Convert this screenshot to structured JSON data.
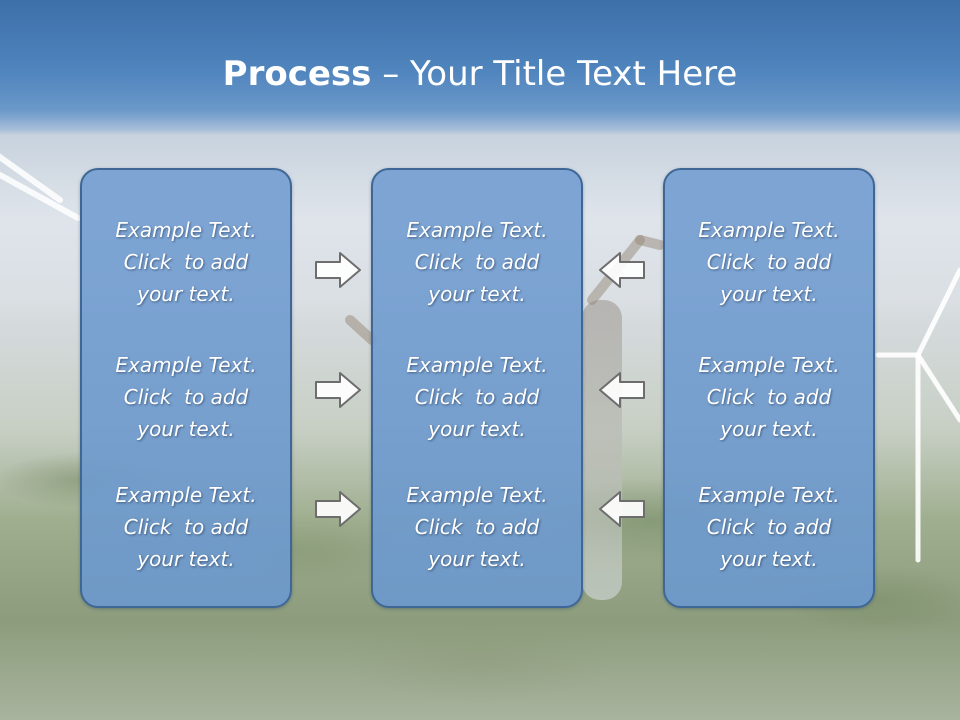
{
  "slide": {
    "title": {
      "bold": "Process",
      "separator": " – ",
      "rest": "Your Title Text Here"
    },
    "panels": {
      "left": {
        "blocks": [
          {
            "line1": "Example Text.",
            "line2": "Click  to add",
            "line3": "your text."
          },
          {
            "line1": "Example Text.",
            "line2": "Click  to add",
            "line3": "your text."
          },
          {
            "line1": "Example Text.",
            "line2": "Click  to add",
            "line3": "your text."
          }
        ]
      },
      "middle": {
        "blocks": [
          {
            "line1": "Example Text.",
            "line2": "Click  to add",
            "line3": "your text."
          },
          {
            "line1": "Example Text.",
            "line2": "Click  to add",
            "line3": "your text."
          },
          {
            "line1": "Example Text.",
            "line2": "Click  to add",
            "line3": "your text."
          }
        ]
      },
      "right": {
        "blocks": [
          {
            "line1": "Example Text.",
            "line2": "Click  to add",
            "line3": "your text."
          },
          {
            "line1": "Example Text.",
            "line2": "Click  to add",
            "line3": "your text."
          },
          {
            "line1": "Example Text.",
            "line2": "Click  to add",
            "line3": "your text."
          }
        ]
      }
    },
    "arrows": {
      "left_group": "arrow-right-icon",
      "right_group": "arrow-left-icon"
    },
    "colors": {
      "title_band": "#4f84bd",
      "panel_fill": "#76a0d2",
      "panel_border": "#3f6796",
      "text": "#ffffff"
    }
  }
}
